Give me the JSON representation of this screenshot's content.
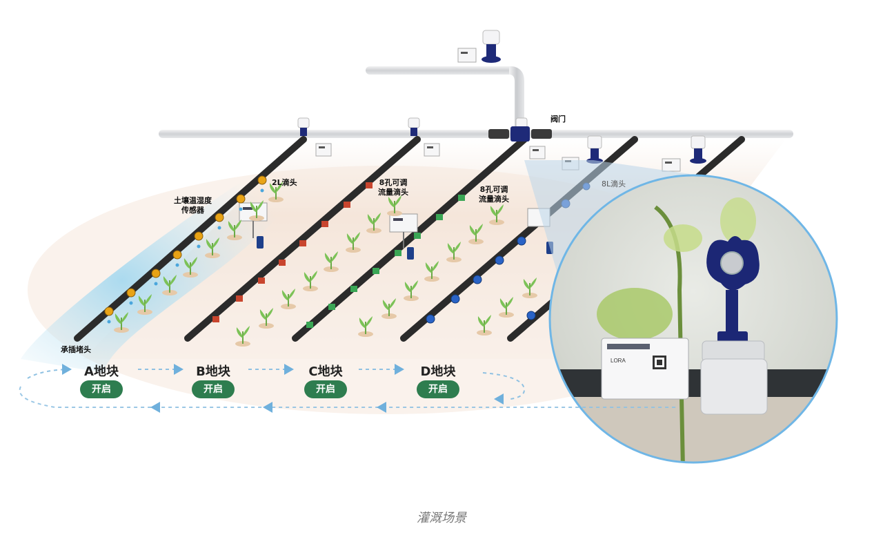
{
  "labels": {
    "valve": "阀门",
    "soil_sensor": "土壤温湿度\n传感器",
    "drip_2l": "2L滴头",
    "drip_8hole_1": "8孔可调\n流量滴头",
    "drip_8hole_2": "8孔可调\n流量滴头",
    "drip_8l": "8L滴头",
    "end_plug": "承插堵头"
  },
  "plots": [
    {
      "name": "A地块",
      "button": "开启"
    },
    {
      "name": "B地块",
      "button": "开启"
    },
    {
      "name": "C地块",
      "button": "开启"
    },
    {
      "name": "D地块",
      "button": "开启"
    }
  ],
  "caption": "灌溉场景",
  "colors": {
    "pipe": "#2b2b2b",
    "main_pipe": "#d9dadc",
    "valve_blue": "#1e2a78",
    "button_green": "#2e7d4f",
    "water_zone": "#bfe3f2",
    "dripper_yellow": "#e8a316",
    "dripper_red": "#c8452e",
    "dripper_green": "#3aa655",
    "dripper_blue": "#2a63c6",
    "zoom_ring": "#6fb6e6"
  },
  "zoom_device": {
    "text": "LORA"
  }
}
